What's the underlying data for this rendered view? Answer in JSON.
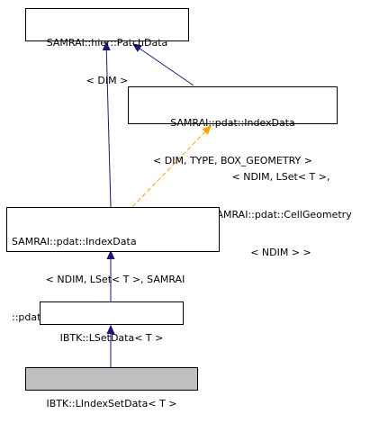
{
  "nodes": {
    "patchdata": {
      "lines": [
        "SAMRAI::hier::PatchData",
        "< DIM >"
      ]
    },
    "indexdata_generic": {
      "lines": [
        "SAMRAI::pdat::IndexData",
        "< DIM, TYPE, BOX_GEOMETRY >"
      ]
    },
    "indexdata_lset": {
      "lines": [
        "SAMRAI::pdat::IndexData",
        "< NDIM, LSet< T >, SAMRAI",
        "::pdat::CellGeometry< NDIM > >"
      ]
    },
    "lsetdata": {
      "lines": [
        "IBTK::LSetData< T >"
      ]
    },
    "lindexsetdata": {
      "lines": [
        "IBTK::LIndexSetData< T >"
      ]
    }
  },
  "template_edge_label": {
    "lines": [
      "< NDIM, LSet< T >,",
      "SAMRAI::pdat::CellGeometry",
      "< NDIM > >"
    ]
  },
  "colors": {
    "inheritance": "#191970",
    "template": "#ffa500",
    "highlight_fill": "#bfbfbf"
  }
}
